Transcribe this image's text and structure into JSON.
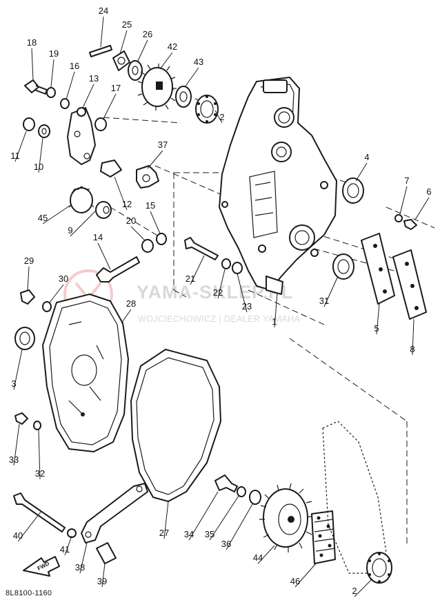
{
  "diagram": {
    "drawing_code": "8L8100-1160",
    "direction_tag": "FWD",
    "watermark": {
      "brand": "YAMA-SKLEP.PL",
      "subtitle": "WOJCIECHOWICZ | DEALER YAMAHA",
      "accent_color": "#e07070"
    },
    "callouts": [
      {
        "n": "1"
      },
      {
        "n": "2"
      },
      {
        "n": "2"
      },
      {
        "n": "3"
      },
      {
        "n": "4"
      },
      {
        "n": "5"
      },
      {
        "n": "6"
      },
      {
        "n": "7"
      },
      {
        "n": "8"
      },
      {
        "n": "9"
      },
      {
        "n": "10"
      },
      {
        "n": "11"
      },
      {
        "n": "12"
      },
      {
        "n": "13"
      },
      {
        "n": "14"
      },
      {
        "n": "15"
      },
      {
        "n": "16"
      },
      {
        "n": "17"
      },
      {
        "n": "18"
      },
      {
        "n": "19"
      },
      {
        "n": "20"
      },
      {
        "n": "21"
      },
      {
        "n": "22"
      },
      {
        "n": "23"
      },
      {
        "n": "24"
      },
      {
        "n": "25"
      },
      {
        "n": "26"
      },
      {
        "n": "27"
      },
      {
        "n": "28"
      },
      {
        "n": "29"
      },
      {
        "n": "30"
      },
      {
        "n": "31"
      },
      {
        "n": "32"
      },
      {
        "n": "33"
      },
      {
        "n": "34"
      },
      {
        "n": "35"
      },
      {
        "n": "36"
      },
      {
        "n": "37"
      },
      {
        "n": "38"
      },
      {
        "n": "39"
      },
      {
        "n": "40"
      },
      {
        "n": "41"
      },
      {
        "n": "42"
      },
      {
        "n": "43"
      },
      {
        "n": "44"
      },
      {
        "n": "45"
      },
      {
        "n": "46"
      }
    ]
  }
}
